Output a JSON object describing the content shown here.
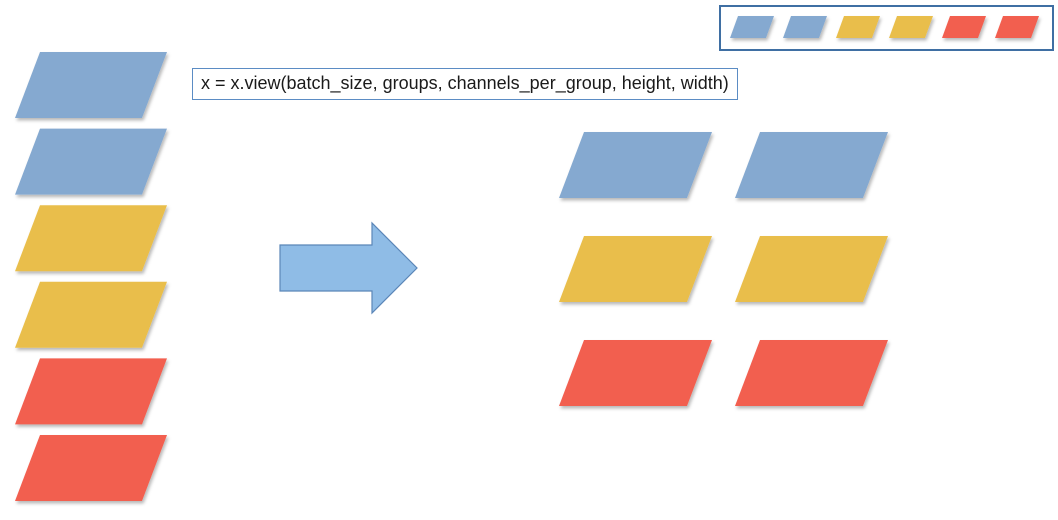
{
  "colors": {
    "blue": "#85a9d0",
    "yellow": "#e9be4b",
    "red": "#f25e4f",
    "arrow_fill": "#8fbce6",
    "arrow_stroke": "#5b86b8",
    "legend_border": "#3f6fa3",
    "label_border": "#5b8cc4"
  },
  "legend": {
    "swatches": [
      "blue",
      "blue",
      "yellow",
      "yellow",
      "red",
      "red"
    ]
  },
  "code_label": {
    "text": "x = x.view(batch_size, groups, channels_per_group, height, width)"
  },
  "input_stack": {
    "channels": [
      "blue",
      "blue",
      "yellow",
      "yellow",
      "red",
      "red"
    ]
  },
  "arrow": {
    "icon": "right-arrow-icon",
    "direction": "right"
  },
  "output_grid": {
    "groups": [
      [
        "blue",
        "blue"
      ],
      [
        "yellow",
        "yellow"
      ],
      [
        "red",
        "red"
      ]
    ]
  }
}
